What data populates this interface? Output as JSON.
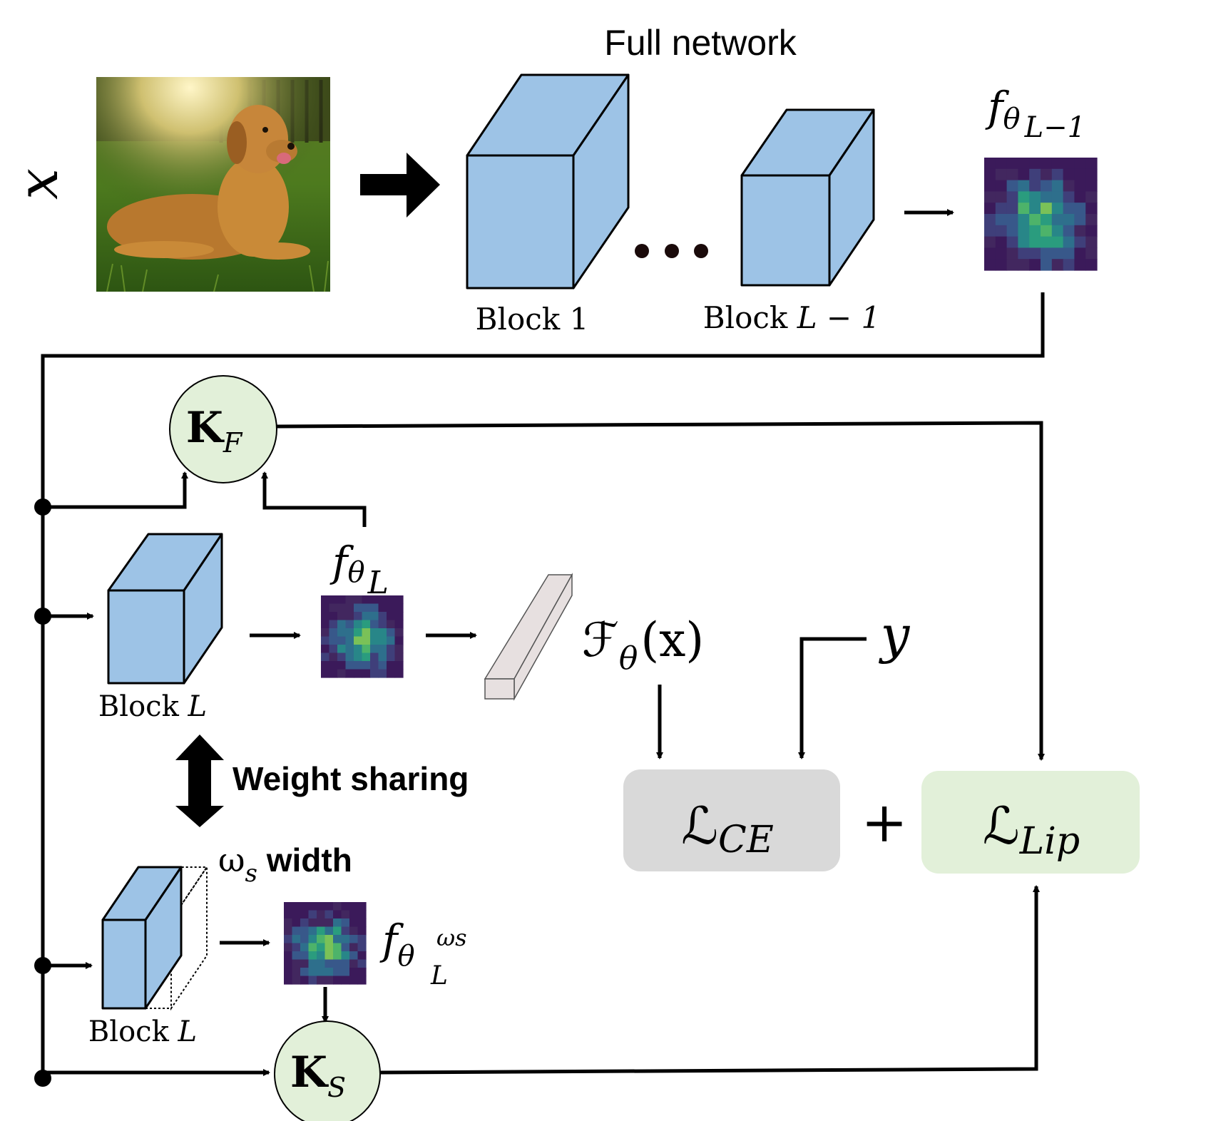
{
  "title": "Full network",
  "input_label": "x",
  "blocks": {
    "block_1": "Block 1",
    "block_l_minus_1_prefix": "Block ",
    "block_l_minus_1_math": "L − 1",
    "block_l_prefix": "Block ",
    "block_l_math": "L",
    "block_l_small_prefix": "Block ",
    "block_l_small_math": "L"
  },
  "features": {
    "f_theta_l_minus_1": {
      "base": "f",
      "sub": "θ",
      "subsub": "L−1"
    },
    "f_theta_l": {
      "base": "f",
      "sub": "θ",
      "subsub": "L"
    },
    "f_theta_l_ws": {
      "base": "f",
      "sub": "θ",
      "subsub": "L",
      "sup": "ωs"
    }
  },
  "output": {
    "base": "ℱ",
    "sub": "θ",
    "arg": "(x)"
  },
  "target_label": "y",
  "weight_sharing": "Weight sharing",
  "width_label": {
    "omega": "ω",
    "omega_sub": "s",
    "text": " width"
  },
  "kernels": {
    "k_f": {
      "base": "K",
      "sub": "F"
    },
    "k_s": {
      "base": "K",
      "sub": "S"
    }
  },
  "losses": {
    "ce": {
      "base": "ℒ",
      "sub": "CE"
    },
    "lip": {
      "base": "ℒ",
      "sub": "Lip"
    },
    "plus": "+"
  },
  "colors": {
    "block_face": "#9dc3e6",
    "block_side": "#9dc3e6",
    "kernel_fill": "#e2f0d9",
    "loss_ce_fill": "#d9d9d9",
    "loss_lip_fill": "#e2f0d9",
    "vector_fill": "#e7e0e0"
  }
}
